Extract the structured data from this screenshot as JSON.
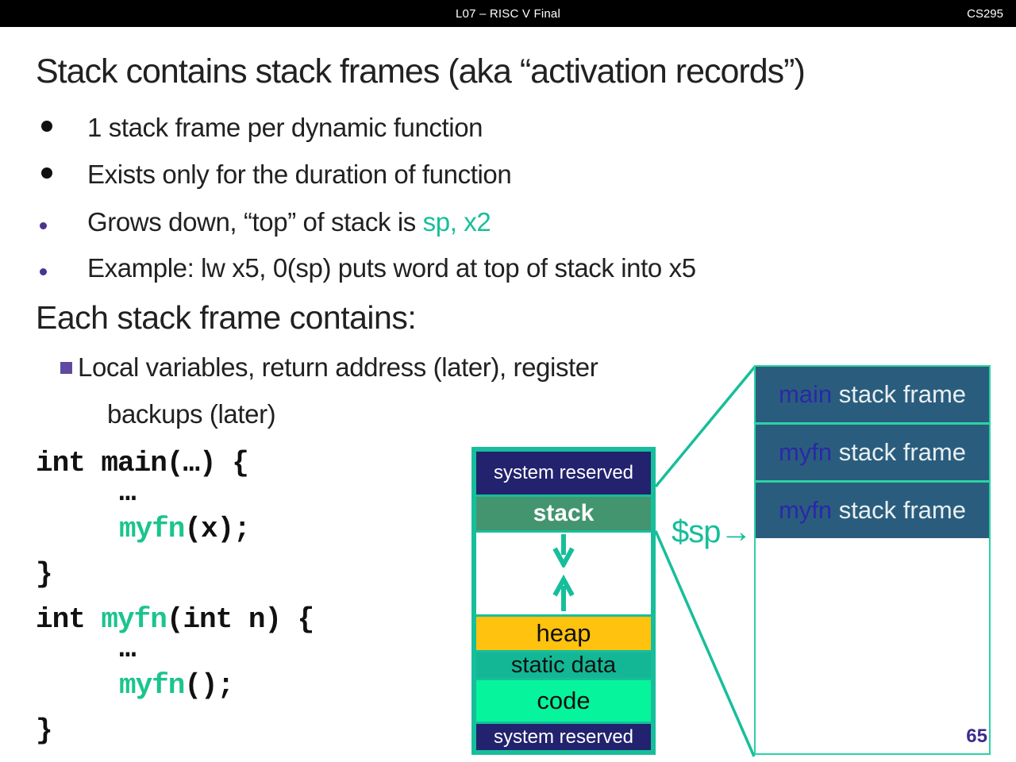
{
  "topbar": {
    "title": "L07 – RISC V Final",
    "course": "CS295"
  },
  "slide": {
    "title": "Stack contains stack frames (aka “activation records”)",
    "bullets": {
      "b1": "1 stack frame per dynamic function",
      "b2": "Exists only for the duration of function",
      "b3_pre": "Grows down, “top” of stack is ",
      "b3_accent": "sp, x2",
      "b4": "Example: lw x5, 0(sp) puts word at top of stack into x5"
    },
    "heading2": "Each stack frame contains:",
    "sub_bullet": {
      "line1": "Local variables, return address (later), register",
      "line2": "backups (later)"
    },
    "page_number": "65"
  },
  "code": {
    "l1": "int main(…) {",
    "l2": "…",
    "l3_fn": "myfn",
    "l3_rest": "(x);",
    "l4": "}",
    "l5_kw": "int ",
    "l5_fn": "myfn",
    "l5_rest": "(int n) {",
    "l6": "…",
    "l7_fn": "myfn",
    "l7_rest": "();",
    "l8": "}"
  },
  "memory_map": {
    "system_reserved_top": "system reserved",
    "stack": "stack",
    "heap": "heap",
    "static_data": "static data",
    "code": "code",
    "system_reserved_bottom": "system reserved"
  },
  "stack_frames": {
    "sp_label": "$sp→",
    "frames": [
      {
        "fn": "main",
        "rest": " stack frame"
      },
      {
        "fn": "myfn",
        "rest": " stack frame"
      },
      {
        "fn": "myfn",
        "rest": " stack frame"
      }
    ]
  },
  "colors": {
    "accent_teal": "#17BE9B",
    "code_fn_green": "#1BC48E",
    "navy": "#23226E",
    "stack_band_green": "#43956F",
    "heap_orange": "#FFC20E",
    "static_teal": "#13B795",
    "code_band_green": "#06F49B",
    "frame_fill": "#2A5D7D",
    "frame_fn_blue": "#2B28A8",
    "small_bullet_purple": "#4B3391",
    "square_bullet_purple": "#604A9F",
    "page_number_purple": "#3F2B8E"
  }
}
